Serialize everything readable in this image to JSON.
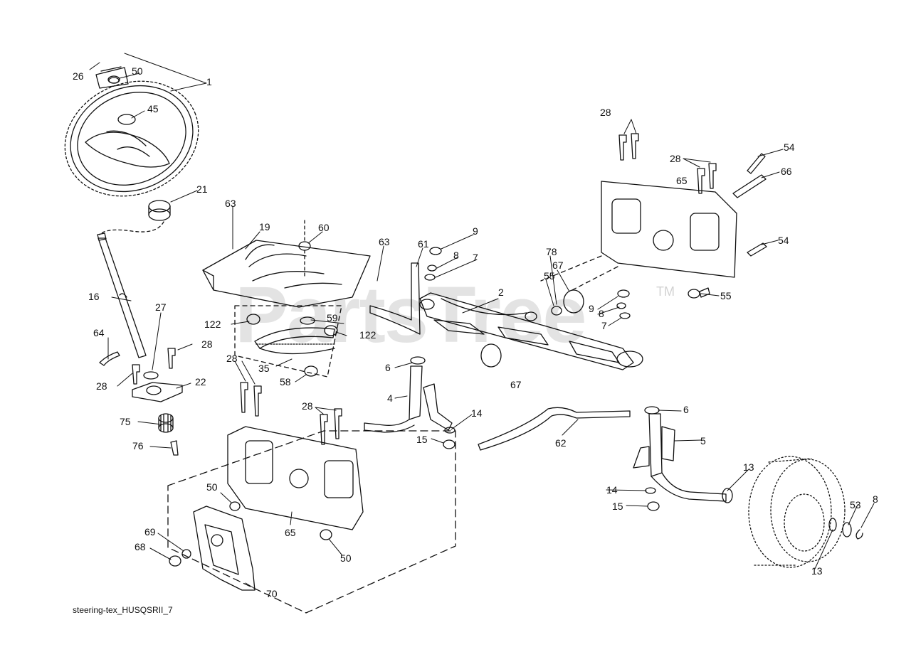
{
  "diagram": {
    "caption": "steering-tex_HUSQSRII_7",
    "watermark": "PartsTree",
    "trademark": "TM"
  },
  "callouts": [
    {
      "id": "c1",
      "text": "26"
    },
    {
      "id": "c2",
      "text": "50"
    },
    {
      "id": "c3",
      "text": "1"
    },
    {
      "id": "c4",
      "text": "45"
    },
    {
      "id": "c5",
      "text": "21"
    },
    {
      "id": "c6",
      "text": "63"
    },
    {
      "id": "c7",
      "text": "19"
    },
    {
      "id": "c8",
      "text": "60"
    },
    {
      "id": "c9",
      "text": "63"
    },
    {
      "id": "c10",
      "text": "61"
    },
    {
      "id": "c11",
      "text": "9"
    },
    {
      "id": "c12",
      "text": "8"
    },
    {
      "id": "c13",
      "text": "7"
    },
    {
      "id": "c14",
      "text": "78"
    },
    {
      "id": "c15",
      "text": "67"
    },
    {
      "id": "c16",
      "text": "55"
    },
    {
      "id": "c17",
      "text": "2"
    },
    {
      "id": "c18",
      "text": "16"
    },
    {
      "id": "c19",
      "text": "64"
    },
    {
      "id": "c20",
      "text": "27"
    },
    {
      "id": "c21",
      "text": "28"
    },
    {
      "id": "c22",
      "text": "28"
    },
    {
      "id": "c23",
      "text": "122"
    },
    {
      "id": "c24",
      "text": "59"
    },
    {
      "id": "c25",
      "text": "122"
    },
    {
      "id": "c26",
      "text": "35"
    },
    {
      "id": "c27",
      "text": "28"
    },
    {
      "id": "c28",
      "text": "58"
    },
    {
      "id": "c29",
      "text": "22"
    },
    {
      "id": "c30",
      "text": "6"
    },
    {
      "id": "c31",
      "text": "67"
    },
    {
      "id": "c32",
      "text": "4"
    },
    {
      "id": "c33",
      "text": "14"
    },
    {
      "id": "c34",
      "text": "15"
    },
    {
      "id": "c35",
      "text": "28"
    },
    {
      "id": "c36",
      "text": "75"
    },
    {
      "id": "c37",
      "text": "76"
    },
    {
      "id": "c38",
      "text": "62"
    },
    {
      "id": "c39",
      "text": "6"
    },
    {
      "id": "c40",
      "text": "5"
    },
    {
      "id": "c41",
      "text": "13"
    },
    {
      "id": "c42",
      "text": "14"
    },
    {
      "id": "c43",
      "text": "15"
    },
    {
      "id": "c44",
      "text": "53"
    },
    {
      "id": "c45",
      "text": "8"
    },
    {
      "id": "c46",
      "text": "13"
    },
    {
      "id": "c47",
      "text": "50"
    },
    {
      "id": "c48",
      "text": "65"
    },
    {
      "id": "c49",
      "text": "50"
    },
    {
      "id": "c50",
      "text": "69"
    },
    {
      "id": "c51",
      "text": "68"
    },
    {
      "id": "c52",
      "text": "70"
    },
    {
      "id": "c53",
      "text": "28"
    },
    {
      "id": "c54",
      "text": "28"
    },
    {
      "id": "c55",
      "text": "54"
    },
    {
      "id": "c56",
      "text": "66"
    },
    {
      "id": "c57",
      "text": "65"
    },
    {
      "id": "c58",
      "text": "54"
    },
    {
      "id": "c59",
      "text": "55"
    },
    {
      "id": "c60",
      "text": "9"
    },
    {
      "id": "c61",
      "text": "8"
    },
    {
      "id": "c62",
      "text": "7"
    }
  ]
}
